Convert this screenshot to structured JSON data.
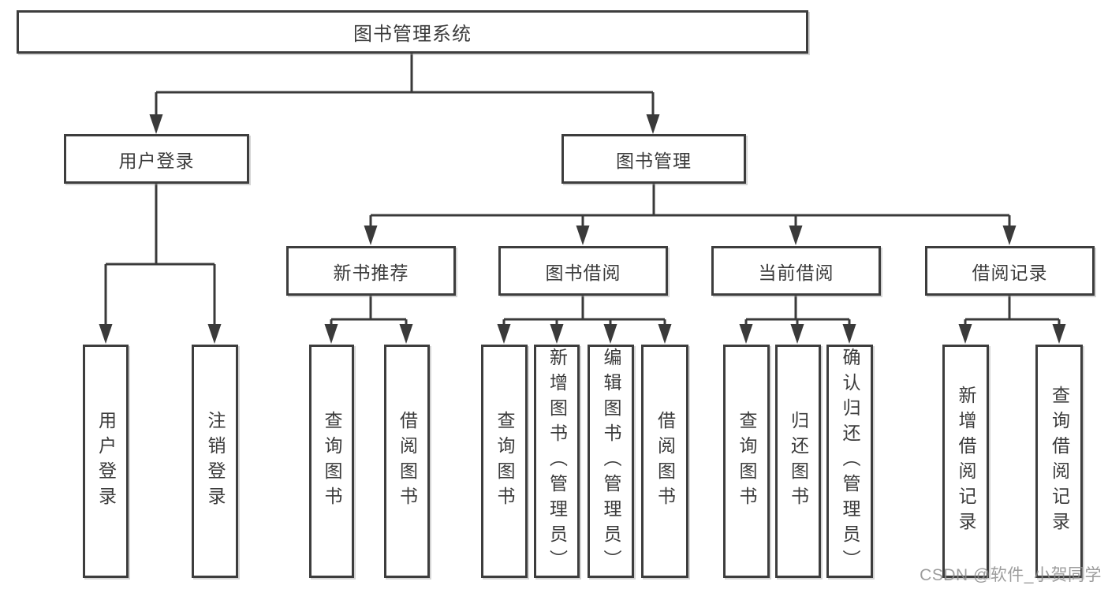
{
  "diagram_title": "图书管理系统",
  "user_login": {
    "label": "用户登录",
    "leaves": [
      "用户登录",
      "注销登录"
    ]
  },
  "book_mgmt": {
    "label": "图书管理"
  },
  "new_book_rec": {
    "label": "新书推荐",
    "leaves": [
      "查询图书",
      "借阅图书"
    ]
  },
  "book_borrow": {
    "label": "图书借阅",
    "leaves": [
      "查询图书",
      "新增图书（管理员）",
      "编辑图书（管理员）",
      "借阅图书"
    ]
  },
  "current_borrow": {
    "label": "当前借阅",
    "leaves": [
      "查询图书",
      "归还图书",
      "确认归还（管理员）"
    ]
  },
  "borrow_records": {
    "label": "借阅记录",
    "leaves": [
      "新增借阅记录",
      "查询借阅记录"
    ]
  },
  "watermark": "CSDN @软件_小贺同学",
  "colors": {
    "line": "#3a3a3a",
    "text": "#3b3b3b",
    "watermark": "#a9a9a9",
    "background": "#ffffff"
  }
}
